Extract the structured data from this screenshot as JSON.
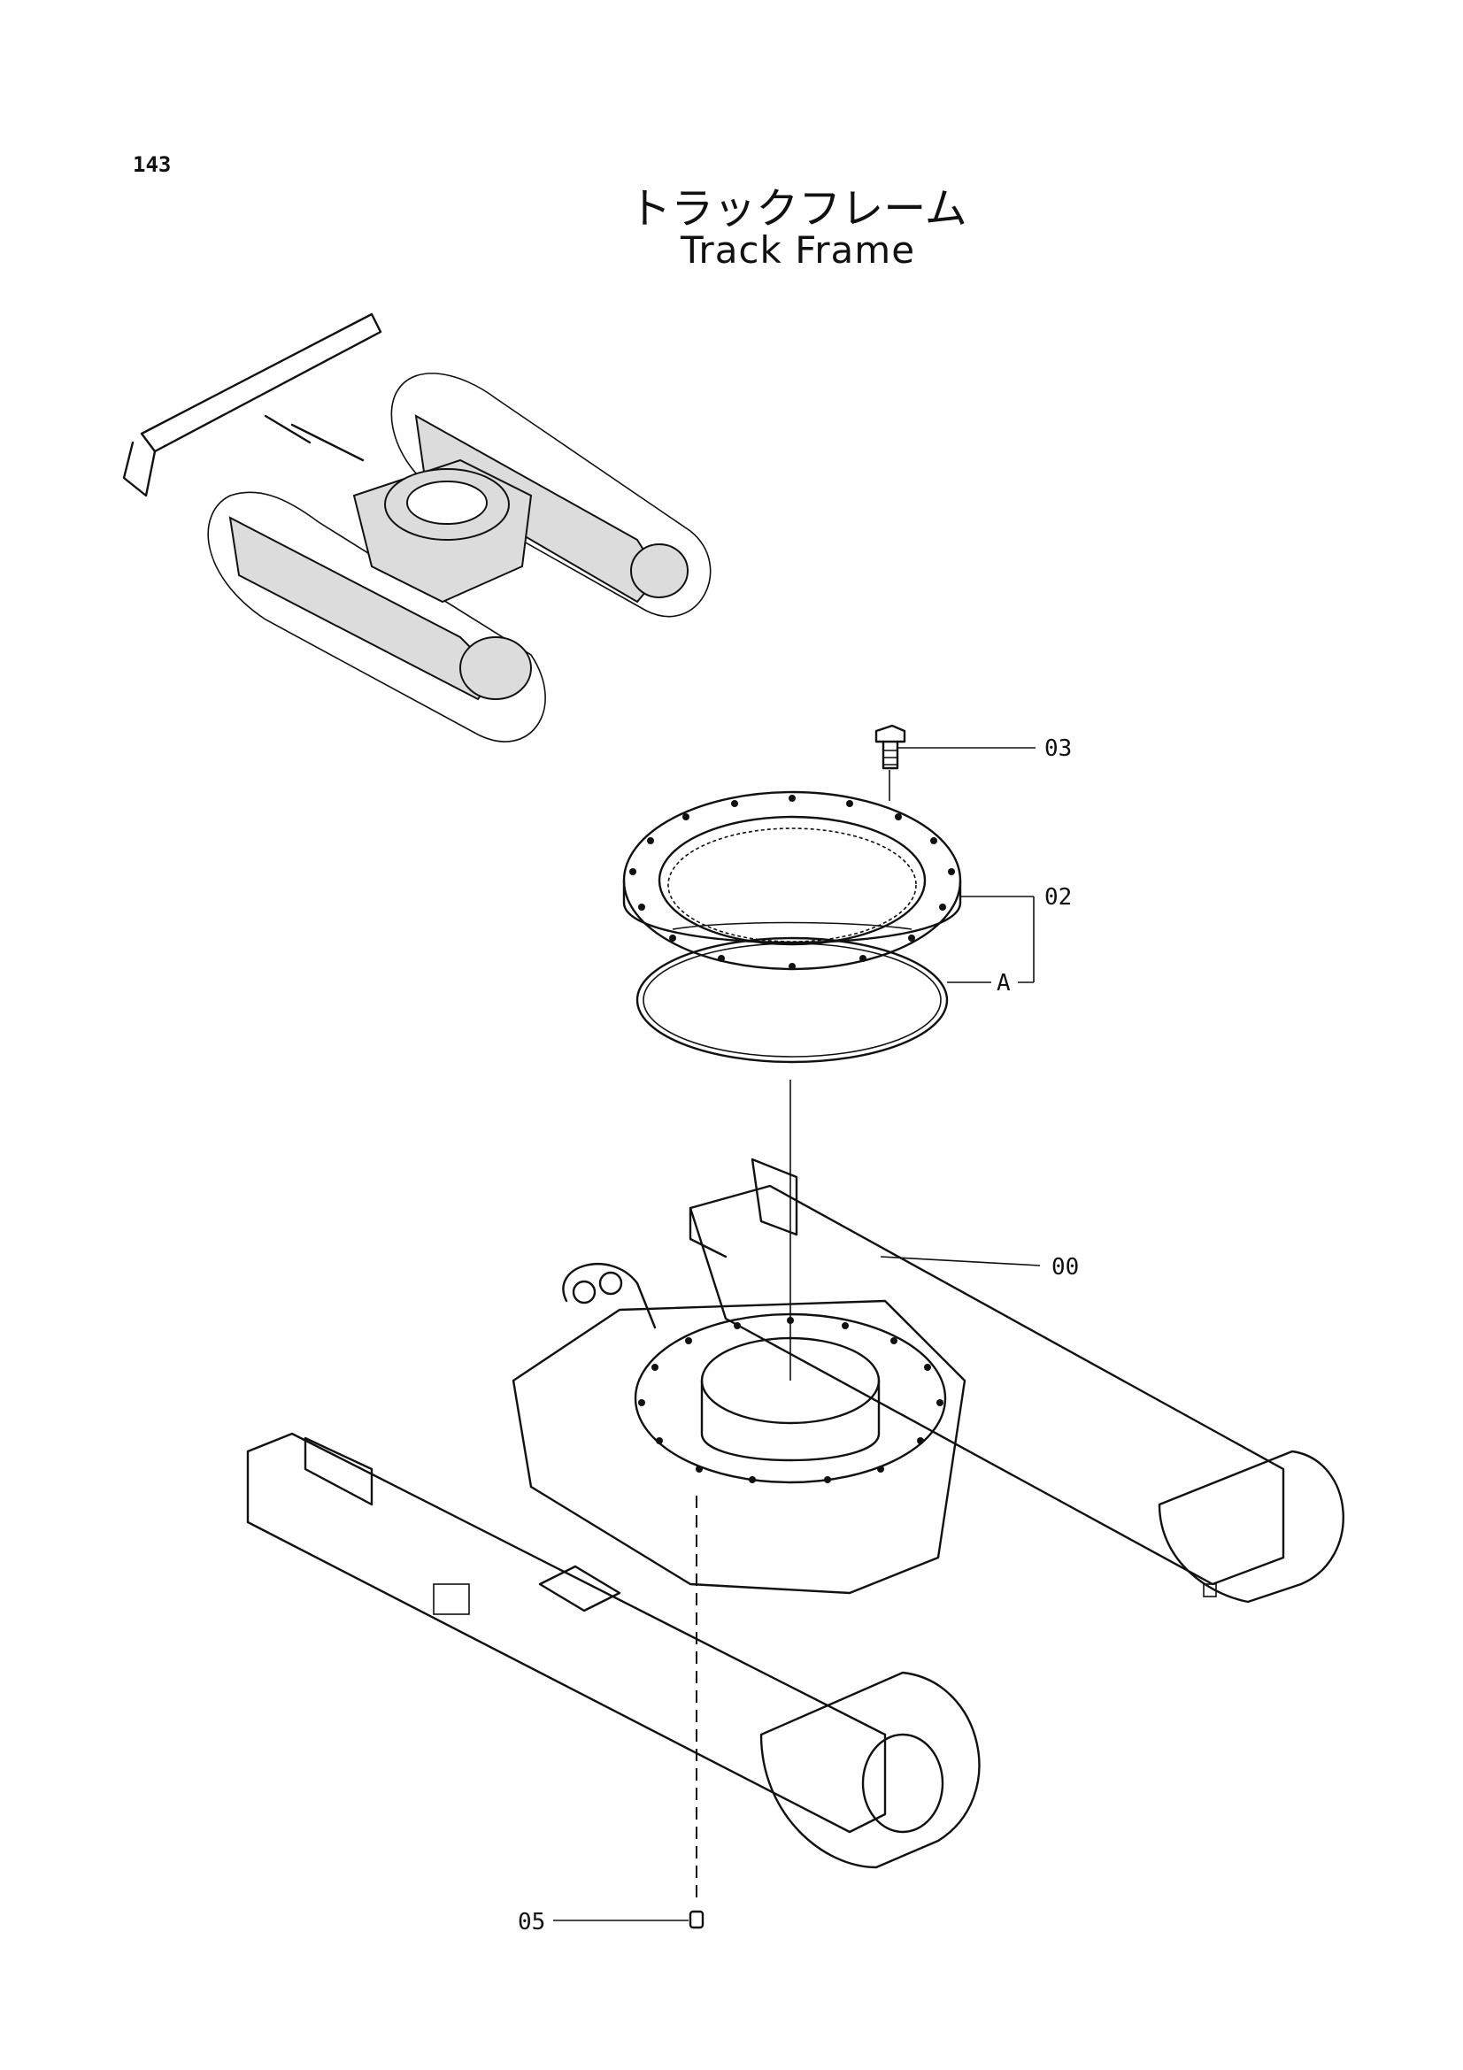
{
  "page_number": "143",
  "title_ja": "トラックフレーム",
  "title_en": "Track Frame",
  "callouts": {
    "c03": "03",
    "c02": "02",
    "cA": "A",
    "c00": "00",
    "c05": "05"
  },
  "colors": {
    "line": "#111111",
    "shade": "#dcdcdc",
    "paper": "#ffffff"
  }
}
